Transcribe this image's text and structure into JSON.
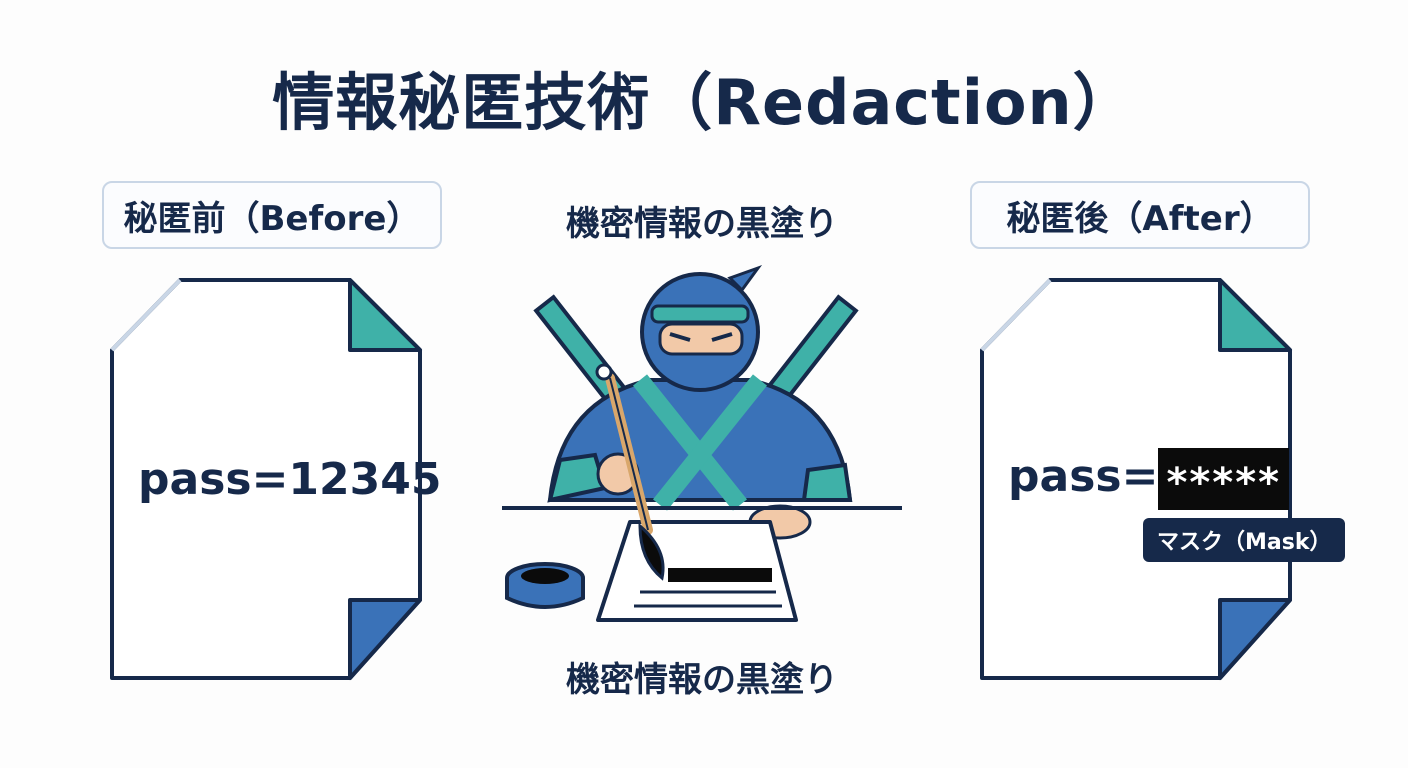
{
  "title": "情報秘匿技術（Redaction）",
  "before": {
    "label": "秘匿前（Before）",
    "content": "pass=12345"
  },
  "center": {
    "caption_top": "機密情報の黒塗り",
    "caption_bottom": "機密情報の黒塗り"
  },
  "after": {
    "label": "秘匿後（After）",
    "prefix": "pass=",
    "masked": "*****",
    "mask_tag": "マスク（Mask）"
  },
  "colors": {
    "navy": "#16294a",
    "teal": "#3fb1a8",
    "blue": "#3a72b8",
    "mask": "#0b0b0b"
  },
  "icons": {
    "ninja": "ninja-painting-icon",
    "ink_pot": "ink-pot-icon",
    "brush": "brush-icon",
    "document": "document-icon"
  }
}
